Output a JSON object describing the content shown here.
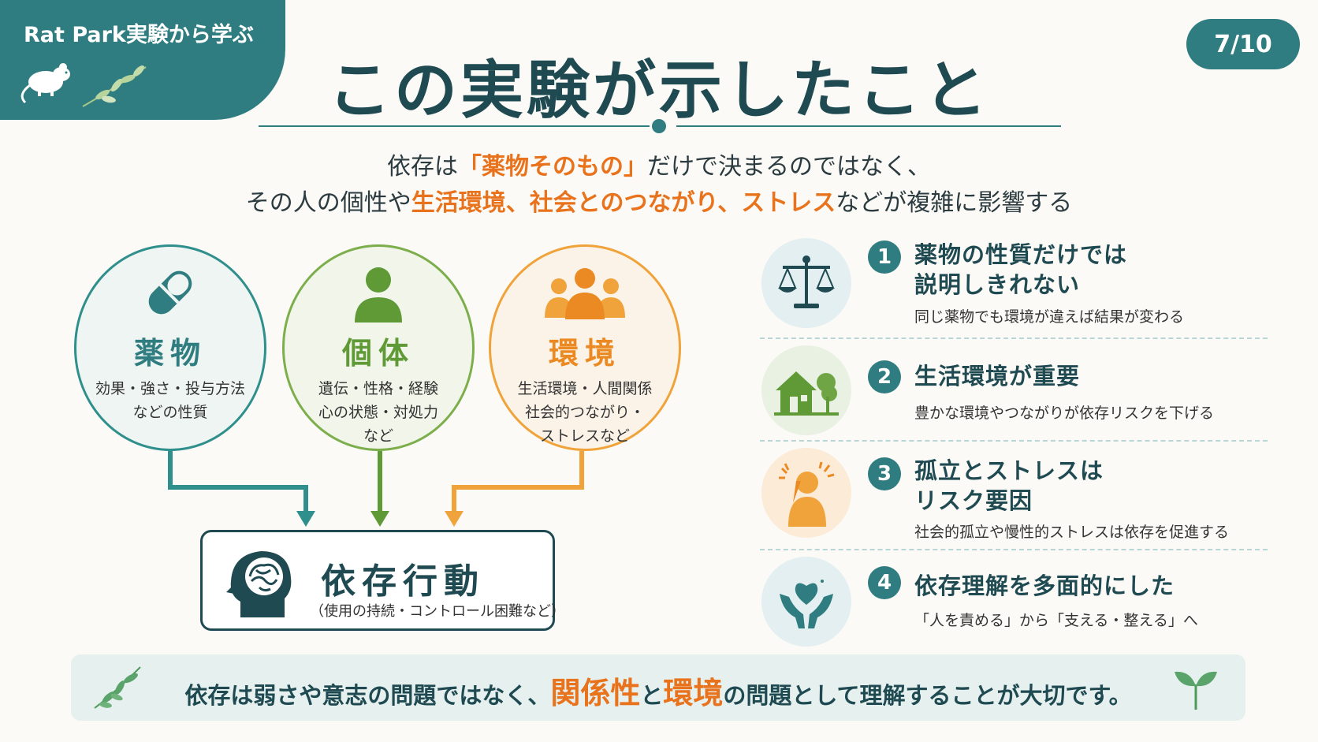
{
  "header": {
    "tag_title": "Rat Park実験から学ぶ",
    "page_indicator": "7/10",
    "title": "この実験が示したこと"
  },
  "subtitle": {
    "line1": [
      {
        "text": "依存は",
        "highlight": false
      },
      {
        "text": "「薬物そのもの」",
        "highlight": true
      },
      {
        "text": "だけで決まるのではなく、",
        "highlight": false
      }
    ],
    "line2": [
      {
        "text": "その人の個性や",
        "highlight": false
      },
      {
        "text": "生活環境、社会とのつながり、ストレス",
        "highlight": true
      },
      {
        "text": "などが複雑に影響する",
        "highlight": false
      }
    ]
  },
  "factors": [
    {
      "title": "薬物",
      "desc1": "効果・強さ・投与方法",
      "desc2": "などの性質",
      "desc3": "",
      "color": "#2f7d80",
      "icon": "capsule-icon"
    },
    {
      "title": "個体",
      "desc1": "遺伝・性格・経験",
      "desc2": "心の状態・対処力",
      "desc3": "など",
      "color": "#5f9a36",
      "icon": "person-icon"
    },
    {
      "title": "環境",
      "desc1": "生活環境・人間関係",
      "desc2": "社会的つながり・",
      "desc3": "ストレスなど",
      "color": "#eb8a22",
      "icon": "group-icon"
    }
  ],
  "outcome": {
    "title": "依存行動",
    "subtitle": "（使用の持続・コントロール困難など）",
    "icon": "brain-head-icon"
  },
  "points": [
    {
      "number": "1",
      "title_line1": "薬物の性質だけでは",
      "title_line2": "説明しきれない",
      "desc": "同じ薬物でも環境が違えば結果が変わる",
      "icon": "scales-icon"
    },
    {
      "number": "2",
      "title_line1": "生活環境が重要",
      "title_line2": "",
      "desc": "豊かな環境やつながりが依存リスクを下げる",
      "icon": "house-tree-icon"
    },
    {
      "number": "3",
      "title_line1": "孤立とストレスは",
      "title_line2": "リスク要因",
      "desc": "社会的孤立や慢性的ストレスは依存を促進する",
      "icon": "stressed-person-icon"
    },
    {
      "number": "4",
      "title_line1": "依存理解を多面的にした",
      "title_line2": "",
      "desc": "「人を責める」から「支える・整える」へ",
      "icon": "hands-heart-icon"
    }
  ],
  "banner": {
    "part1": "依存は弱さや意志の問題ではなく、",
    "highlight1": "関係性",
    "part2": "と",
    "highlight2": "環境",
    "part3": "の問題として理解することが大切です。"
  },
  "colors": {
    "teal": "#2f7d80",
    "green": "#7cae4c",
    "orange": "#e8731c",
    "navy": "#1f4a52"
  }
}
